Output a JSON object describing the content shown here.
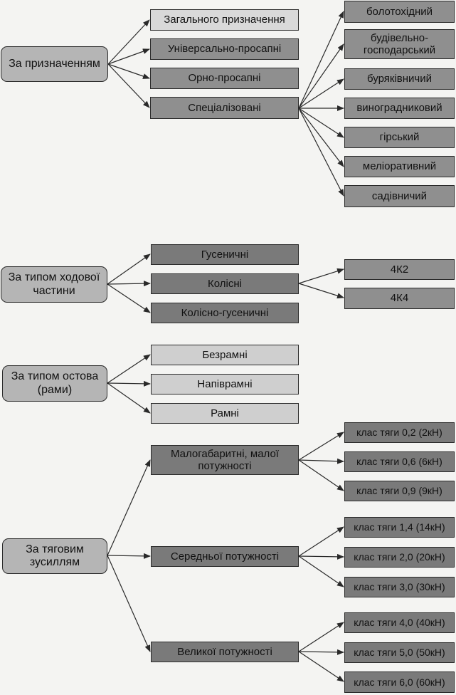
{
  "groups": [
    {
      "root": "За призначенням",
      "children": [
        "Загального призначення",
        "Універсально-просапні",
        "Орно-просапні",
        "Спеціалізовані"
      ],
      "specialized": [
        "болотохідний",
        "будівельно-господарський",
        "буряківничий",
        "виноградниковий",
        "гірський",
        "меліоративний",
        "садівничий"
      ]
    },
    {
      "root": "За типом ходової частини",
      "children": [
        "Гусеничні",
        "Колісні",
        "Колісно-гусеничні"
      ],
      "wheeled": [
        "4К2",
        "4К4"
      ]
    },
    {
      "root": "За типом остова (рами)",
      "children": [
        "Безрамні",
        "Напіврамні",
        "Рамні"
      ]
    },
    {
      "root": "За тяговим зусиллям",
      "children": [
        "Малогабаритні, малої потужності",
        "Середньої потужності",
        "Великої потужності"
      ],
      "small": [
        "клас тяги 0,2 (2кН)",
        "клас тяги 0,6 (6кН)",
        "клас тяги 0,9 (9кН)"
      ],
      "medium": [
        "клас тяги 1,4 (14кН)",
        "клас тяги 2,0 (20кН)",
        "клас тяги 3,0 (30кН)"
      ],
      "large": [
        "клас тяги 4,0 (40кН)",
        "клас тяги 5,0 (50кН)",
        "клас тяги 6,0 (60кН)"
      ]
    }
  ],
  "colors": {
    "line": "#2a2a2a",
    "background": "#f4f4f2"
  }
}
